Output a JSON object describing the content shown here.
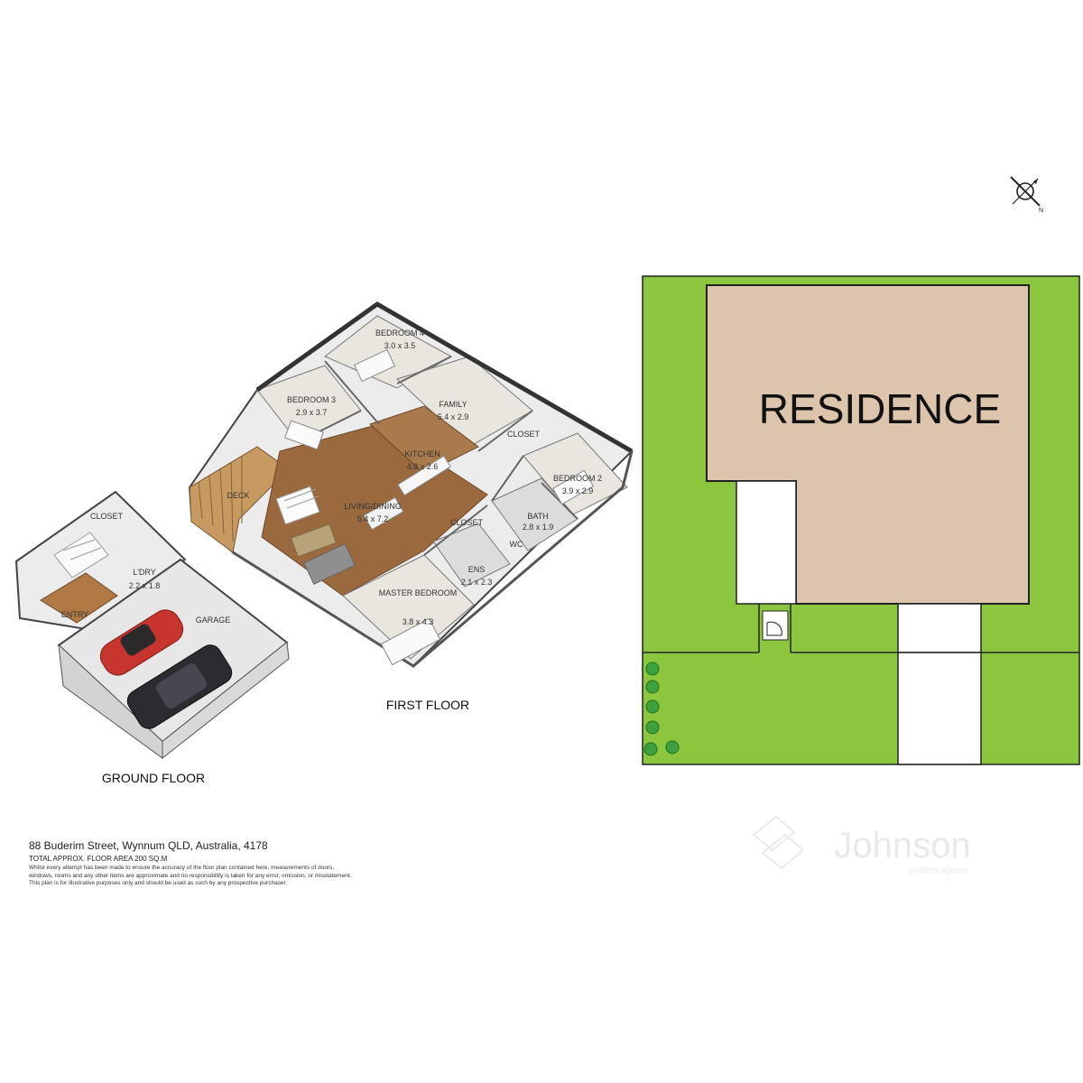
{
  "floors": {
    "ground": {
      "title": "GROUND FLOOR",
      "rooms": [
        {
          "name": "CLOSET",
          "dims": ""
        },
        {
          "name": "L'DRY",
          "dims": "2.2 x 1.8"
        },
        {
          "name": "ENTRY",
          "dims": ""
        },
        {
          "name": "GARAGE",
          "dims": ""
        }
      ]
    },
    "first": {
      "title": "FIRST FLOOR",
      "rooms": [
        {
          "name": "BEDROOM 4",
          "dims": "3.0 x 3.5"
        },
        {
          "name": "BEDROOM 3",
          "dims": "2.9 x 3.7"
        },
        {
          "name": "FAMILY",
          "dims": "5.4 x 2.9"
        },
        {
          "name": "KITCHEN",
          "dims": "4.8 x 2.6"
        },
        {
          "name": "DECK",
          "dims": ""
        },
        {
          "name": "LIVING/DINING",
          "dims": "5.4 x 7.2"
        },
        {
          "name": "BEDROOM 2",
          "dims": "3.9 x 2.9"
        },
        {
          "name": "CLOSET",
          "dims": ""
        },
        {
          "name": "CLOSET",
          "dims": ""
        },
        {
          "name": "BATH",
          "dims": "2.8 x 1.9"
        },
        {
          "name": "WC",
          "dims": ""
        },
        {
          "name": "ENS",
          "dims": "2.1 x 2.3"
        },
        {
          "name": "MASTER BEDROOM",
          "dims": "3.8 x 4.3"
        }
      ]
    }
  },
  "site_plan": {
    "building_label": "RESIDENCE",
    "compass_label": "N",
    "colors": {
      "lawn": "#8cc63f",
      "building": "#dcc4ad",
      "paving": "#ffffff",
      "outline": "#222222",
      "tree": "#2e8b2e"
    }
  },
  "footer": {
    "address": "88 Buderim Street, Wynnum QLD, Australia, 4178",
    "area": "TOTAL APPROX. FLOOR AREA 200 SQ.M",
    "disclaimer": [
      "Whilst every attempt has been made to ensure the accuracy of the floor plan contained here, measurements of doors,",
      "windows, rooms and any other items are approximate and no responsibility is taken for any error, omission, or misstatement.",
      "This plan is for illustrative purposes only and should be used as such by any prospective purchaser."
    ]
  },
  "watermark": {
    "brand": "Johnson",
    "tagline": "property agency"
  },
  "colors": {
    "wood_floor": "#9a6a3e",
    "tile_floor": "#e6e3dd",
    "wall": "#f2f2f2",
    "wall_edge": "#555555",
    "car_red": "#c8352e",
    "car_dark": "#2b2b30"
  }
}
